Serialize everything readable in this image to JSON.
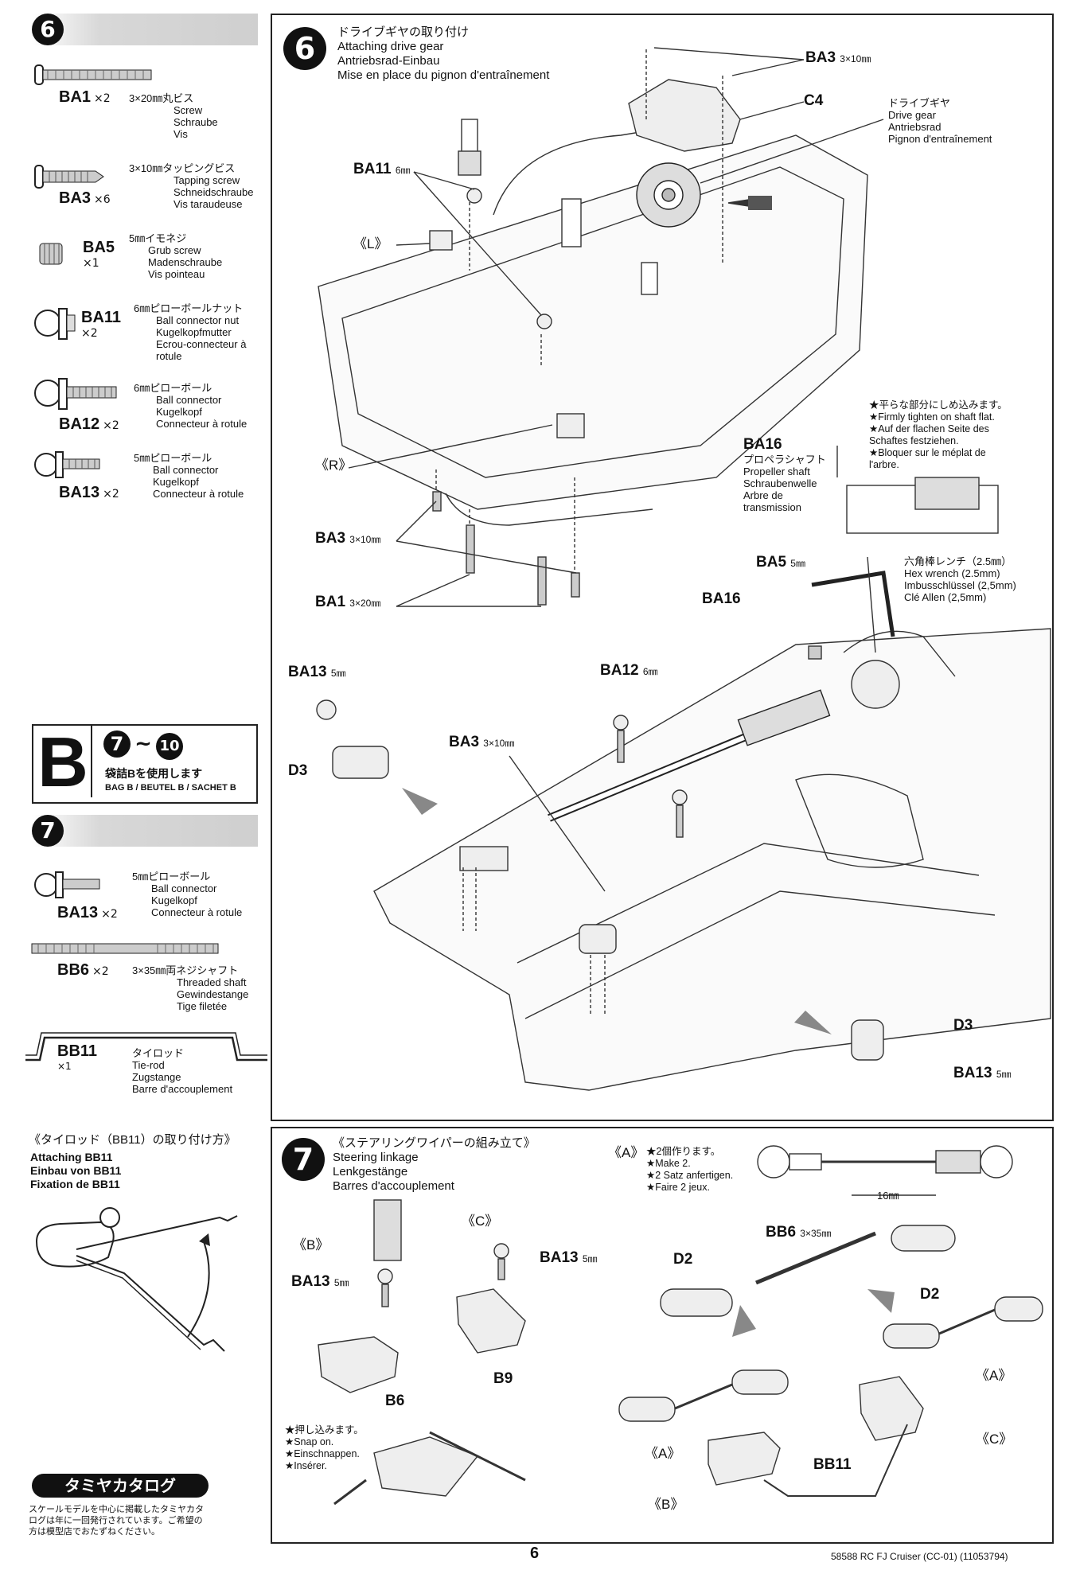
{
  "left_column": {
    "step6_number": "6",
    "step6_parts": [
      {
        "code": "BA1",
        "qty": "×2",
        "spec": "3×20㎜丸ビス",
        "names": [
          "Screw",
          "Schraube",
          "Vis"
        ]
      },
      {
        "code": "BA3",
        "qty": "×6",
        "spec": "3×10㎜タッピングビス",
        "names": [
          "Tapping screw",
          "Schneidschraube",
          "Vis taraudeuse"
        ]
      },
      {
        "code": "BA5",
        "qty": "×1",
        "spec": "5㎜イモネジ",
        "names": [
          "Grub screw",
          "Madenschraube",
          "Vis pointeau"
        ]
      },
      {
        "code": "BA11",
        "qty": "×2",
        "spec": "6㎜ピローボールナット",
        "names": [
          "Ball connector nut",
          "Kugelkopfmutter",
          "Ecrou-connecteur à",
          "rotule"
        ]
      },
      {
        "code": "BA12",
        "qty": "×2",
        "spec": "6㎜ピローボール",
        "names": [
          "Ball connector",
          "Kugelkopf",
          "Connecteur à rotule"
        ]
      },
      {
        "code": "BA13",
        "qty": "×2",
        "spec": "5㎜ピローボール",
        "names": [
          "Ball connector",
          "Kugelkopf",
          "Connecteur à rotule"
        ]
      }
    ],
    "bag": {
      "letter": "B",
      "range_start": "7",
      "range_sep": "~",
      "range_end": "10",
      "line1": "袋詰Bを使用します",
      "line2": "BAG B / BEUTEL B / SACHET B"
    },
    "step7_number": "7",
    "step7_parts": [
      {
        "code": "BA13",
        "qty": "×2",
        "spec": "5㎜ピローボール",
        "names": [
          "Ball connector",
          "Kugelkopf",
          "Connecteur à rotule"
        ]
      },
      {
        "code": "BB6",
        "qty": "×2",
        "spec": "3×35㎜両ネジシャフト",
        "names": [
          "Threaded shaft",
          "Gewindestange",
          "Tige filetée"
        ]
      },
      {
        "code": "BB11",
        "qty": "×1",
        "spec": "タイロッド",
        "names": [
          "Tie-rod",
          "Zugstange",
          "Barre d'accouplement"
        ]
      }
    ],
    "bb11_howto": {
      "title": "《タイロッド（BB11）の取り付け方》",
      "lines": [
        "Attaching BB11",
        "Einbau von BB11",
        "Fixation de BB11"
      ]
    },
    "catalog": {
      "title": "タミヤカタログ",
      "lines": [
        "スケールモデルを中心に掲載したタミヤカタ",
        "ログは年に一回発行されています。ご希望の",
        "方は模型店でおたずねください。"
      ]
    }
  },
  "step6_main": {
    "number": "6",
    "title_lines": [
      "ドライブギヤの取り付け",
      "Attaching drive gear",
      "Antriebsrad-Einbau",
      "Mise en place du pignon d'entraînement"
    ],
    "ba3_top": {
      "code": "BA3",
      "size": "3×10㎜"
    },
    "c4": "C4",
    "drive_gear": [
      "ドライブギヤ",
      "Drive gear",
      "Antriebsrad",
      "Pignon d'entraînement"
    ],
    "ba11": {
      "code": "BA11",
      "size": "6㎜"
    },
    "l_mark": "《L》",
    "r_mark": "《R》",
    "ba3_bottom": {
      "code": "BA3",
      "size": "3×10㎜"
    },
    "ba1": {
      "code": "BA1",
      "size": "3×20㎜"
    },
    "tip": [
      "★平らな部分にしめ込みます。",
      "★Firmly tighten on shaft flat.",
      "★Auf der flachen Seite des",
      "Schaftes festziehen.",
      "★Bloquer sur le méplat de",
      "l'arbre."
    ],
    "ba16_label": {
      "code": "BA16",
      "names": [
        "プロペラシャフト",
        "Propeller shaft",
        "Schraubenwelle",
        "Arbre de",
        "transmission"
      ]
    },
    "ba5": {
      "code": "BA5",
      "size": "5㎜"
    },
    "hex_wrench": [
      "六角棒レンチ（2.5㎜）",
      "Hex wrench (2.5mm)",
      "Imbusschlüssel (2,5mm)",
      "Clé Allen (2,5mm)"
    ],
    "ba16": "BA16",
    "ba12": {
      "code": "BA12",
      "size": "6㎜"
    },
    "ba13_left": {
      "code": "BA13",
      "size": "5㎜"
    },
    "d3_left": "D3",
    "ba3_mid": {
      "code": "BA3",
      "size": "3×10㎜"
    },
    "d3_right": "D3",
    "ba13_right": {
      "code": "BA13",
      "size": "5㎜"
    }
  },
  "step7_main": {
    "number": "7",
    "title_lines": [
      "《ステアリングワイパーの組み立て》",
      "Steering linkage",
      "Lenkgestänge",
      "Barres d'accouplement"
    ],
    "a_mark": "《A》",
    "a_notes": [
      "★2個作ります。",
      "★Make 2.",
      "★2 Satz anfertigen.",
      "★Faire 2 jeux."
    ],
    "dim": "16㎜",
    "b_mark": "《B》",
    "c_mark": "《C》",
    "ba13_b": {
      "code": "BA13",
      "size": "5㎜"
    },
    "ba13_c": {
      "code": "BA13",
      "size": "5㎜"
    },
    "b6": "B6",
    "b9": "B9",
    "bb6": {
      "code": "BB6",
      "size": "3×35㎜"
    },
    "d2_left": "D2",
    "d2_right": "D2",
    "a_right": "《A》",
    "c_right": "《C》",
    "a_lower": "《A》",
    "b_lower": "《B》",
    "bb11": "BB11",
    "snap": [
      "★押し込みます。",
      "★Snap on.",
      "★Einschnappen.",
      "★Insérer."
    ]
  },
  "footer": {
    "page": "6",
    "ref": "58588  RC FJ Cruiser (CC-01) (11053794)"
  }
}
